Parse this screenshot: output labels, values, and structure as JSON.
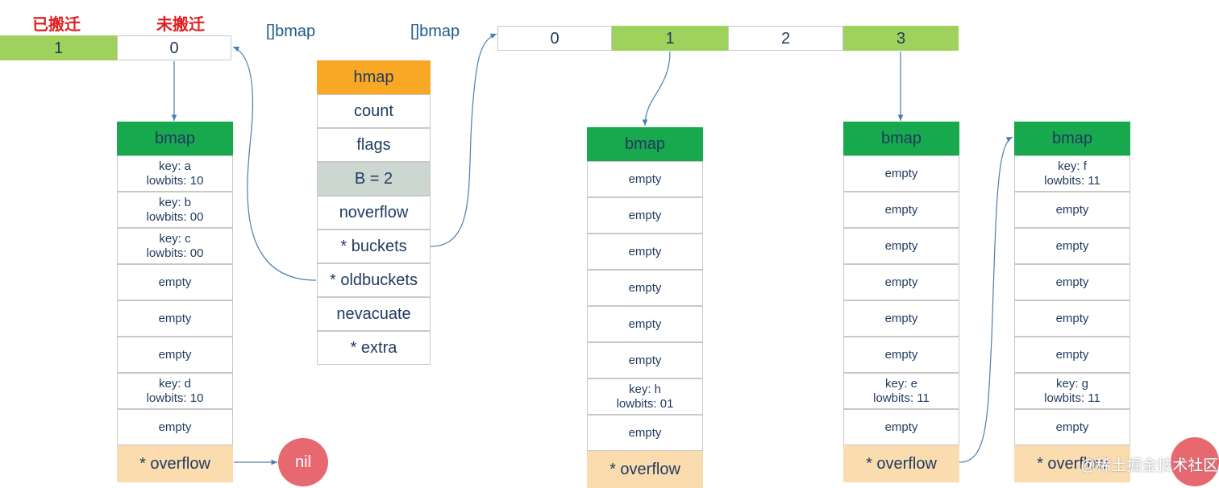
{
  "colors": {
    "green_light": "#9fd25d",
    "green_dark": "#18a84e",
    "orange": "#f9a826",
    "gray": "#cdd7d2",
    "peach": "#fbdcaf",
    "nil": "#e8686f",
    "arrow": "#4a7fad"
  },
  "legend": {
    "evacuated": "已搬迁",
    "not_evacuated": "未搬迁"
  },
  "old_array": {
    "label": "[]bmap",
    "cells": [
      "1",
      "0"
    ]
  },
  "new_array": {
    "label": "[]bmap",
    "cells": [
      "0",
      "1",
      "2",
      "3"
    ]
  },
  "hmap": {
    "title": "hmap",
    "fields": [
      "count",
      "flags",
      "B = 2",
      "noverflow",
      "* buckets",
      "* oldbuckets",
      "nevacuate",
      "* extra"
    ]
  },
  "old_bucket": {
    "title": "bmap",
    "slots": [
      {
        "key": "key: a",
        "low": "lowbits: 10"
      },
      {
        "key": "key: b",
        "low": "lowbits: 00"
      },
      {
        "key": "key: c",
        "low": "lowbits: 00"
      },
      {
        "key": "empty",
        "low": ""
      },
      {
        "key": "empty",
        "low": ""
      },
      {
        "key": "empty",
        "low": ""
      },
      {
        "key": "key: d",
        "low": "lowbits: 10"
      },
      {
        "key": "empty",
        "low": ""
      }
    ],
    "overflow": "* overflow"
  },
  "bucket_1": {
    "title": "bmap",
    "slots": [
      {
        "key": "empty",
        "low": ""
      },
      {
        "key": "empty",
        "low": ""
      },
      {
        "key": "empty",
        "low": ""
      },
      {
        "key": "empty",
        "low": ""
      },
      {
        "key": "empty",
        "low": ""
      },
      {
        "key": "empty",
        "low": ""
      },
      {
        "key": "key: h",
        "low": "lowbits: 01"
      },
      {
        "key": "empty",
        "low": ""
      }
    ],
    "overflow": "* overflow"
  },
  "bucket_3": {
    "title": "bmap",
    "slots": [
      {
        "key": "empty",
        "low": ""
      },
      {
        "key": "empty",
        "low": ""
      },
      {
        "key": "empty",
        "low": ""
      },
      {
        "key": "empty",
        "low": ""
      },
      {
        "key": "empty",
        "low": ""
      },
      {
        "key": "empty",
        "low": ""
      },
      {
        "key": "key: e",
        "low": "lowbits: 11"
      },
      {
        "key": "empty",
        "low": ""
      }
    ],
    "overflow": "* overflow"
  },
  "bucket_3_overflow": {
    "title": "bmap",
    "slots": [
      {
        "key": "key: f",
        "low": "lowbits: 11"
      },
      {
        "key": "empty",
        "low": ""
      },
      {
        "key": "empty",
        "low": ""
      },
      {
        "key": "empty",
        "low": ""
      },
      {
        "key": "empty",
        "low": ""
      },
      {
        "key": "empty",
        "low": ""
      },
      {
        "key": "key: g",
        "low": "lowbits: 11"
      },
      {
        "key": "empty",
        "low": ""
      }
    ],
    "overflow": "* overflow"
  },
  "nil_label": "nil",
  "watermark": "@稀土掘金技术社区"
}
